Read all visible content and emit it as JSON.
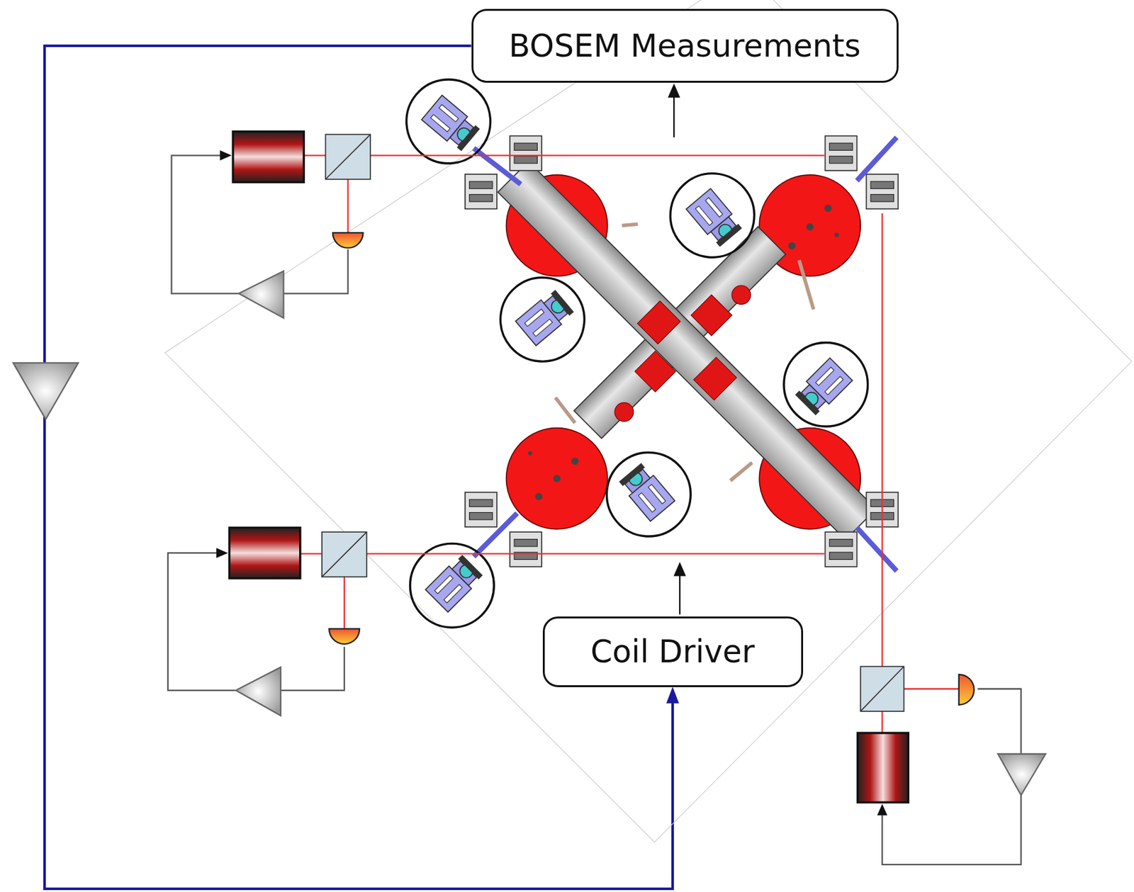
{
  "diagram": {
    "nodes": [
      {
        "text": [
          "BOSEM Measurements"
        ]
      },
      {
        "text": [
          "Coil Driver"
        ]
      }
    ],
    "edges": [
      {
        "from": 0,
        "to": 1,
        "arrow": "to"
      }
    ]
  }
}
